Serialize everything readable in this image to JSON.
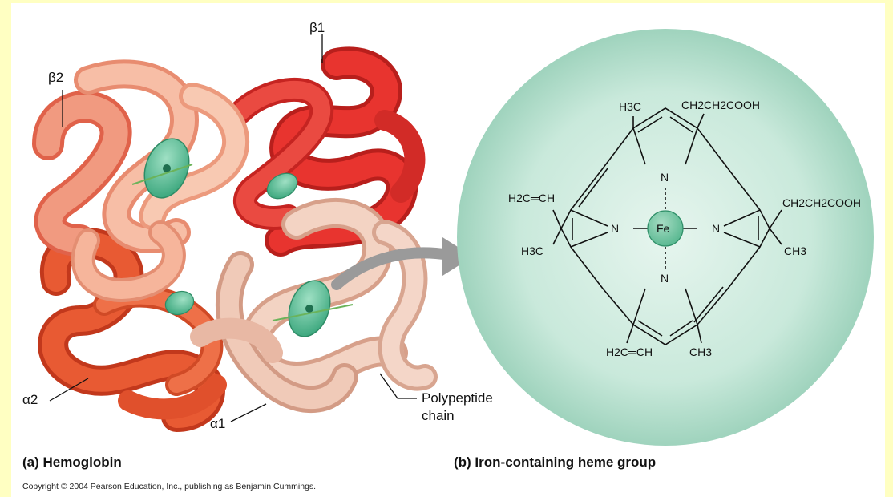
{
  "panel_a": {
    "caption": "(a) Hemoglobin",
    "labels": {
      "beta1": "β1",
      "beta2": "β2",
      "alpha1": "α1",
      "alpha2": "α2",
      "polypeptide_line1": "Polypeptide",
      "polypeptide_line2": "chain"
    }
  },
  "panel_b": {
    "caption": "(b)  Iron-containing heme group",
    "atoms": {
      "fe": "Fe",
      "n_top": "N",
      "n_left": "N",
      "n_right": "N",
      "n_bottom": "N"
    },
    "groups": {
      "h3c_top": "H3C",
      "ch2ch2cooh_top": "CH2CH2COOH",
      "h2c_ch_left": "H2C═CH",
      "h3c_left": "H3C",
      "ch2ch2cooh_right": "CH2CH2COOH",
      "ch3_right": "CH3",
      "h2c_ch_bottom": "H2C═CH",
      "ch3_bottom": "CH3"
    }
  },
  "copyright": "Copyright © 2004 Pearson Education, Inc., publishing as Benjamin Cummings.",
  "colors": {
    "border": "#ffffc2",
    "red_chain": "#e8342f",
    "orange_chain": "#ee6a44",
    "pink_chain": "#f4b49a",
    "peach_chain": "#f2cdbb",
    "heme_green": "#4fbf94",
    "circle_green": "#bfe3d3",
    "arrow_gray": "#9a9a9a"
  }
}
